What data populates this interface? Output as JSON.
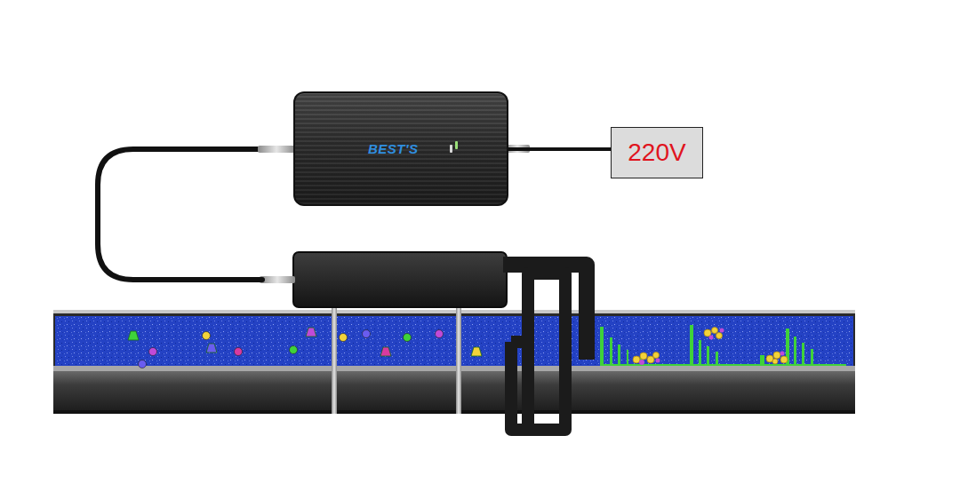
{
  "diagram": {
    "nodes": [
      {
        "text": [
          "BEST'S"
        ]
      },
      {
        "text": [
          "220V"
        ]
      }
    ],
    "edges": [
      {
        "from": 0,
        "to": 1,
        "arrow": "none"
      }
    ]
  }
}
